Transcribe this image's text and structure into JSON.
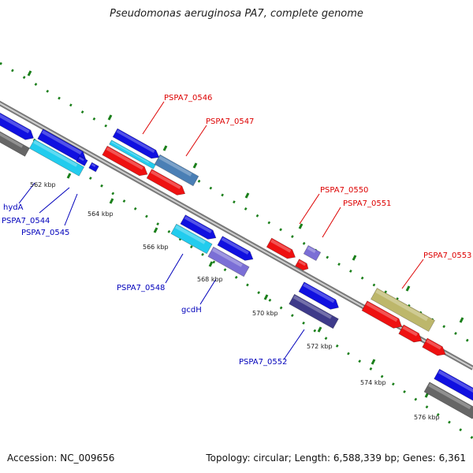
{
  "title": "Pseudomonas aeruginosa PA7, complete genome",
  "footer": {
    "accession": "Accession: NC_009656",
    "summary": "Topology: circular; Length: 6,588,339 bp; Genes: 6,361"
  },
  "kbp_labels": [
    "562 kbp",
    "564 kbp",
    "566 kbp",
    "568 kbp",
    "570 kbp",
    "572 kbp",
    "574 kbp",
    "576 kbp"
  ],
  "gene_labels": [
    "hydA",
    "PSPA7_0544",
    "PSPA7_0545",
    "PSPA7_0546",
    "PSPA7_0547",
    "PSPA7_0548",
    "gcdH",
    "PSPA7_0550",
    "PSPA7_0551",
    "PSPA7_0552",
    "PSPA7_0553"
  ],
  "colors": {
    "backbone": "#8e8e8e",
    "tick_green": "#1a7f1a",
    "label_blue": "#0000bb",
    "label_red": "#dd0000",
    "gene_blue": "#1010e0",
    "gene_red": "#ee1111",
    "gene_cyan": "#22ccee",
    "gene_steel": "#4a7fb5",
    "gene_lavender": "#7b6fd6",
    "gene_olive": "#bdb76b",
    "gene_darkslate": "#3e3a8a",
    "gene_gray": "#666666"
  }
}
